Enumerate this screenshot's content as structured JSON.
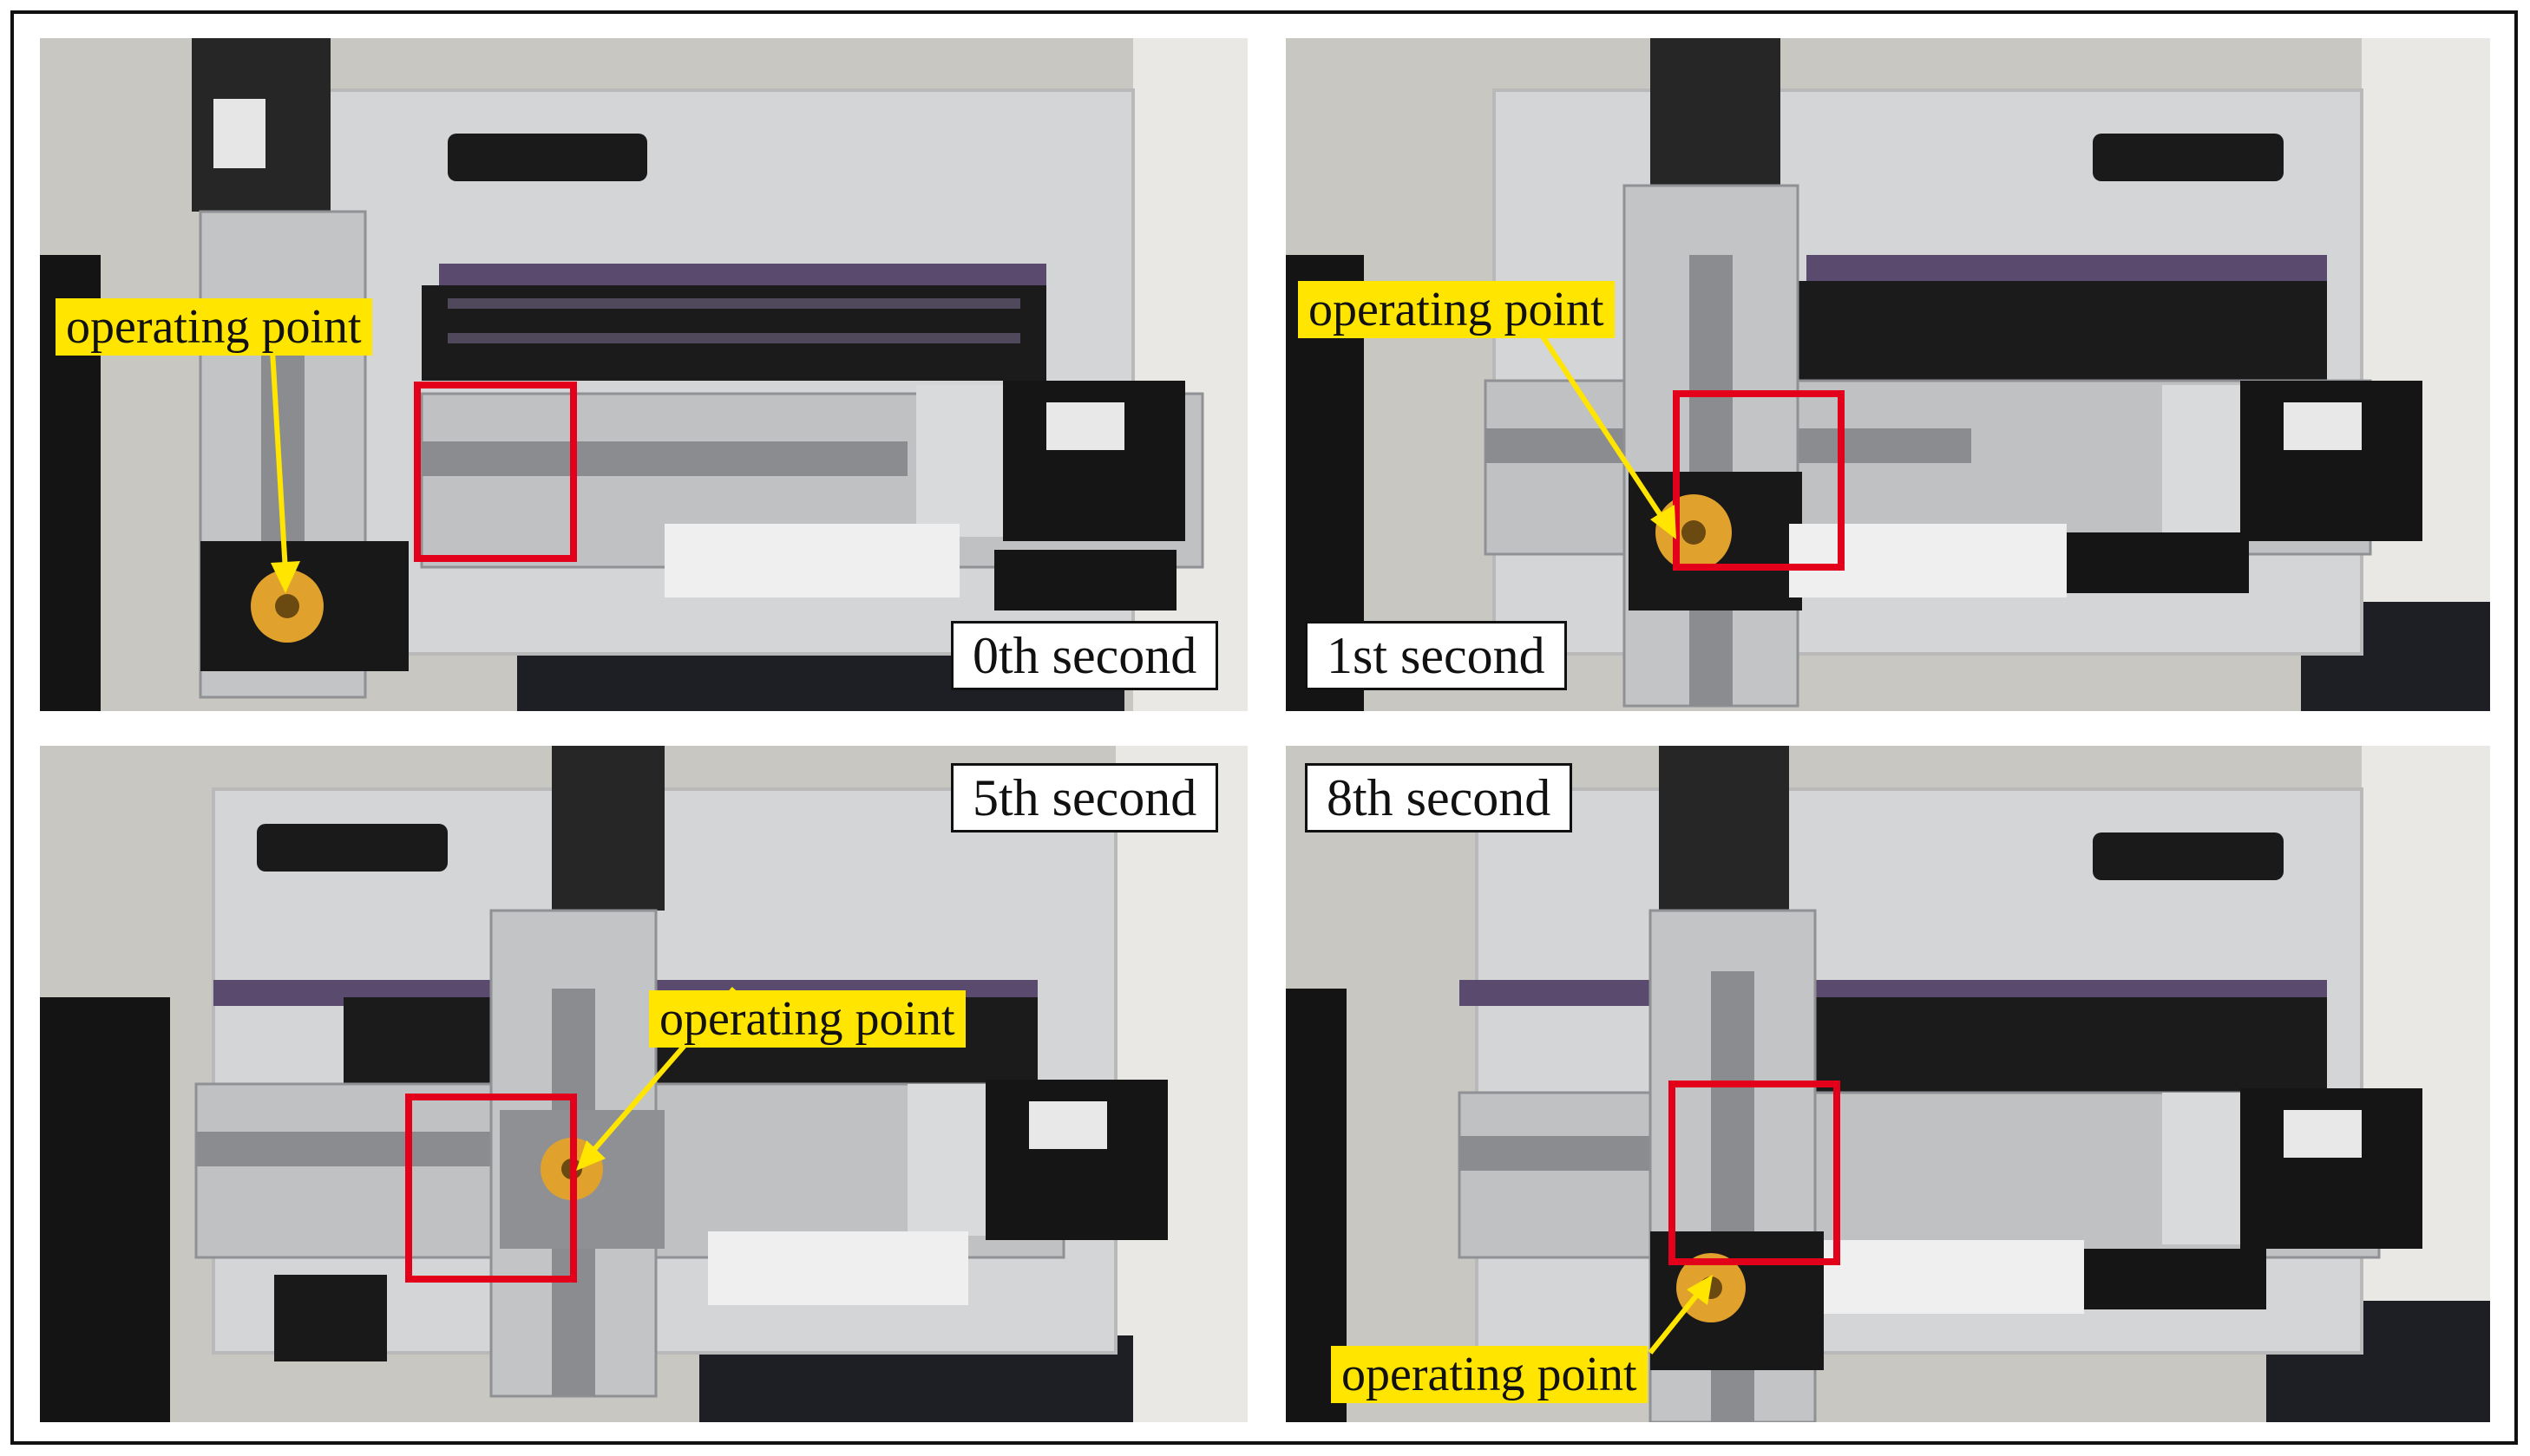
{
  "panels": [
    {
      "time_label": "0th second",
      "marker_label": "operating point"
    },
    {
      "time_label": "1st second",
      "marker_label": "operating point"
    },
    {
      "time_label": "5th second",
      "marker_label": "operating point"
    },
    {
      "time_label": "8th second",
      "marker_label": "operating point"
    }
  ],
  "colors": {
    "highlight_box": "#e3001b",
    "marker_label_bg": "#ffe500",
    "marker_arrow": "#ffe500"
  }
}
